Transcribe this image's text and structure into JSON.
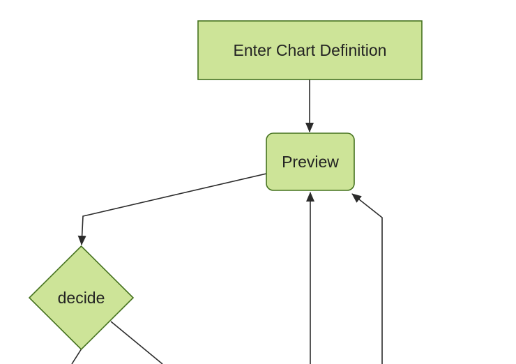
{
  "diagram": {
    "type": "flowchart",
    "direction": "top-down",
    "colors": {
      "background": "#ffffff",
      "node_fill": "#cde498",
      "node_border": "#45721f",
      "edge_color": "#2b2b2b",
      "text_color": "#222222"
    },
    "nodes": [
      {
        "id": "enter-chart-definition",
        "label": "Enter Chart Definition",
        "shape": "rectangle"
      },
      {
        "id": "preview",
        "label": "Preview",
        "shape": "rounded-rectangle"
      },
      {
        "id": "decide",
        "label": "decide",
        "shape": "diamond"
      }
    ],
    "edges": [
      {
        "from": "enter-chart-definition",
        "to": "preview",
        "arrow": true
      },
      {
        "from": "preview",
        "to": "decide",
        "arrow": true
      },
      {
        "from": "offscreen-bottom-middle",
        "to": "preview",
        "arrow": true
      },
      {
        "from": "offscreen-bottom-right",
        "to": "preview",
        "arrow": true
      },
      {
        "from": "decide",
        "to": "offscreen-bottom-left",
        "arrow": false,
        "cut_off": true
      },
      {
        "from": "decide",
        "to": "offscreen-bottom-center",
        "arrow": false,
        "cut_off": true
      }
    ]
  }
}
